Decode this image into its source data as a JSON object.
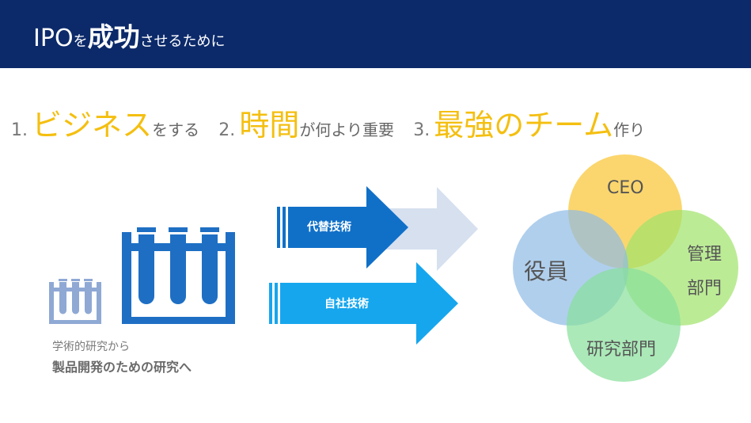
{
  "header": {
    "title_part1": "IPO",
    "title_part2": "を",
    "title_part3": "成功",
    "title_part4": "させるために"
  },
  "points": [
    {
      "number": "1.",
      "keyword": "ビジネス",
      "rest": "をする"
    },
    {
      "number": "2.",
      "keyword": "時間",
      "rest": "が何より重要"
    },
    {
      "number": "3.",
      "keyword": "最強のチーム",
      "rest": "作り"
    }
  ],
  "arrows": {
    "top_label": "代替技術",
    "bottom_label": "自社技術"
  },
  "caption": {
    "line1": "学術的研究から",
    "line2": "製品開発のための研究へ"
  },
  "venn": {
    "ceo": "CEO",
    "management_line1": "管理",
    "management_line2": "部門",
    "executives": "役員",
    "research": "研究部門"
  },
  "colors": {
    "header_bg": "#0c2a6a",
    "accent_yellow": "#f4bf10",
    "arrow_dark": "#1070c8",
    "arrow_light": "#16a6ee",
    "arrow_faded": "#d6e0ef",
    "venn_ceo": "#f9c83e",
    "venn_management": "#9fe36a",
    "venn_executives": "#8fbbe6",
    "venn_research": "#88e09a"
  }
}
